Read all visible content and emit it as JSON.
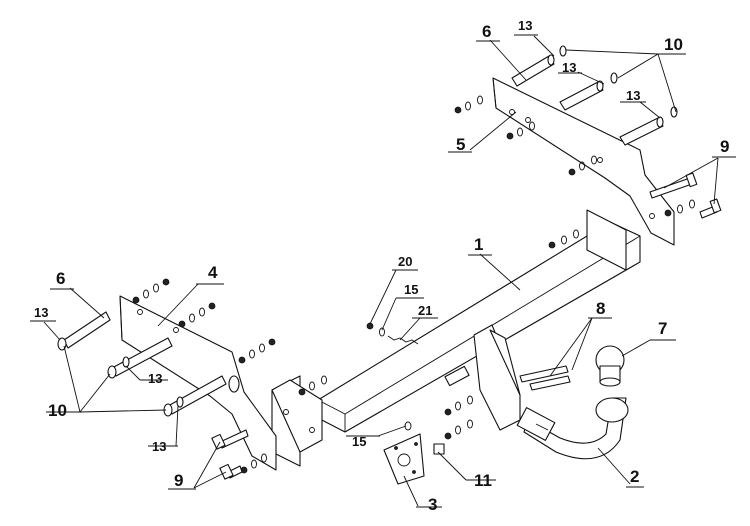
{
  "callouts": {
    "c1": "1",
    "c2": "2",
    "c3": "3",
    "c4": "4",
    "c5": "5",
    "c6_left": "6",
    "c6_right": "6",
    "c7": "7",
    "c8": "8",
    "c9_left": "9",
    "c9_right": "9",
    "c10_left": "10",
    "c10_right": "10",
    "c11": "11",
    "c13_a": "13",
    "c13_b": "13",
    "c13_c": "13",
    "c13_d": "13",
    "c13_e": "13",
    "c13_f": "13",
    "c15_top": "15",
    "c15_bottom": "15",
    "c20": "20",
    "c21": "21"
  }
}
